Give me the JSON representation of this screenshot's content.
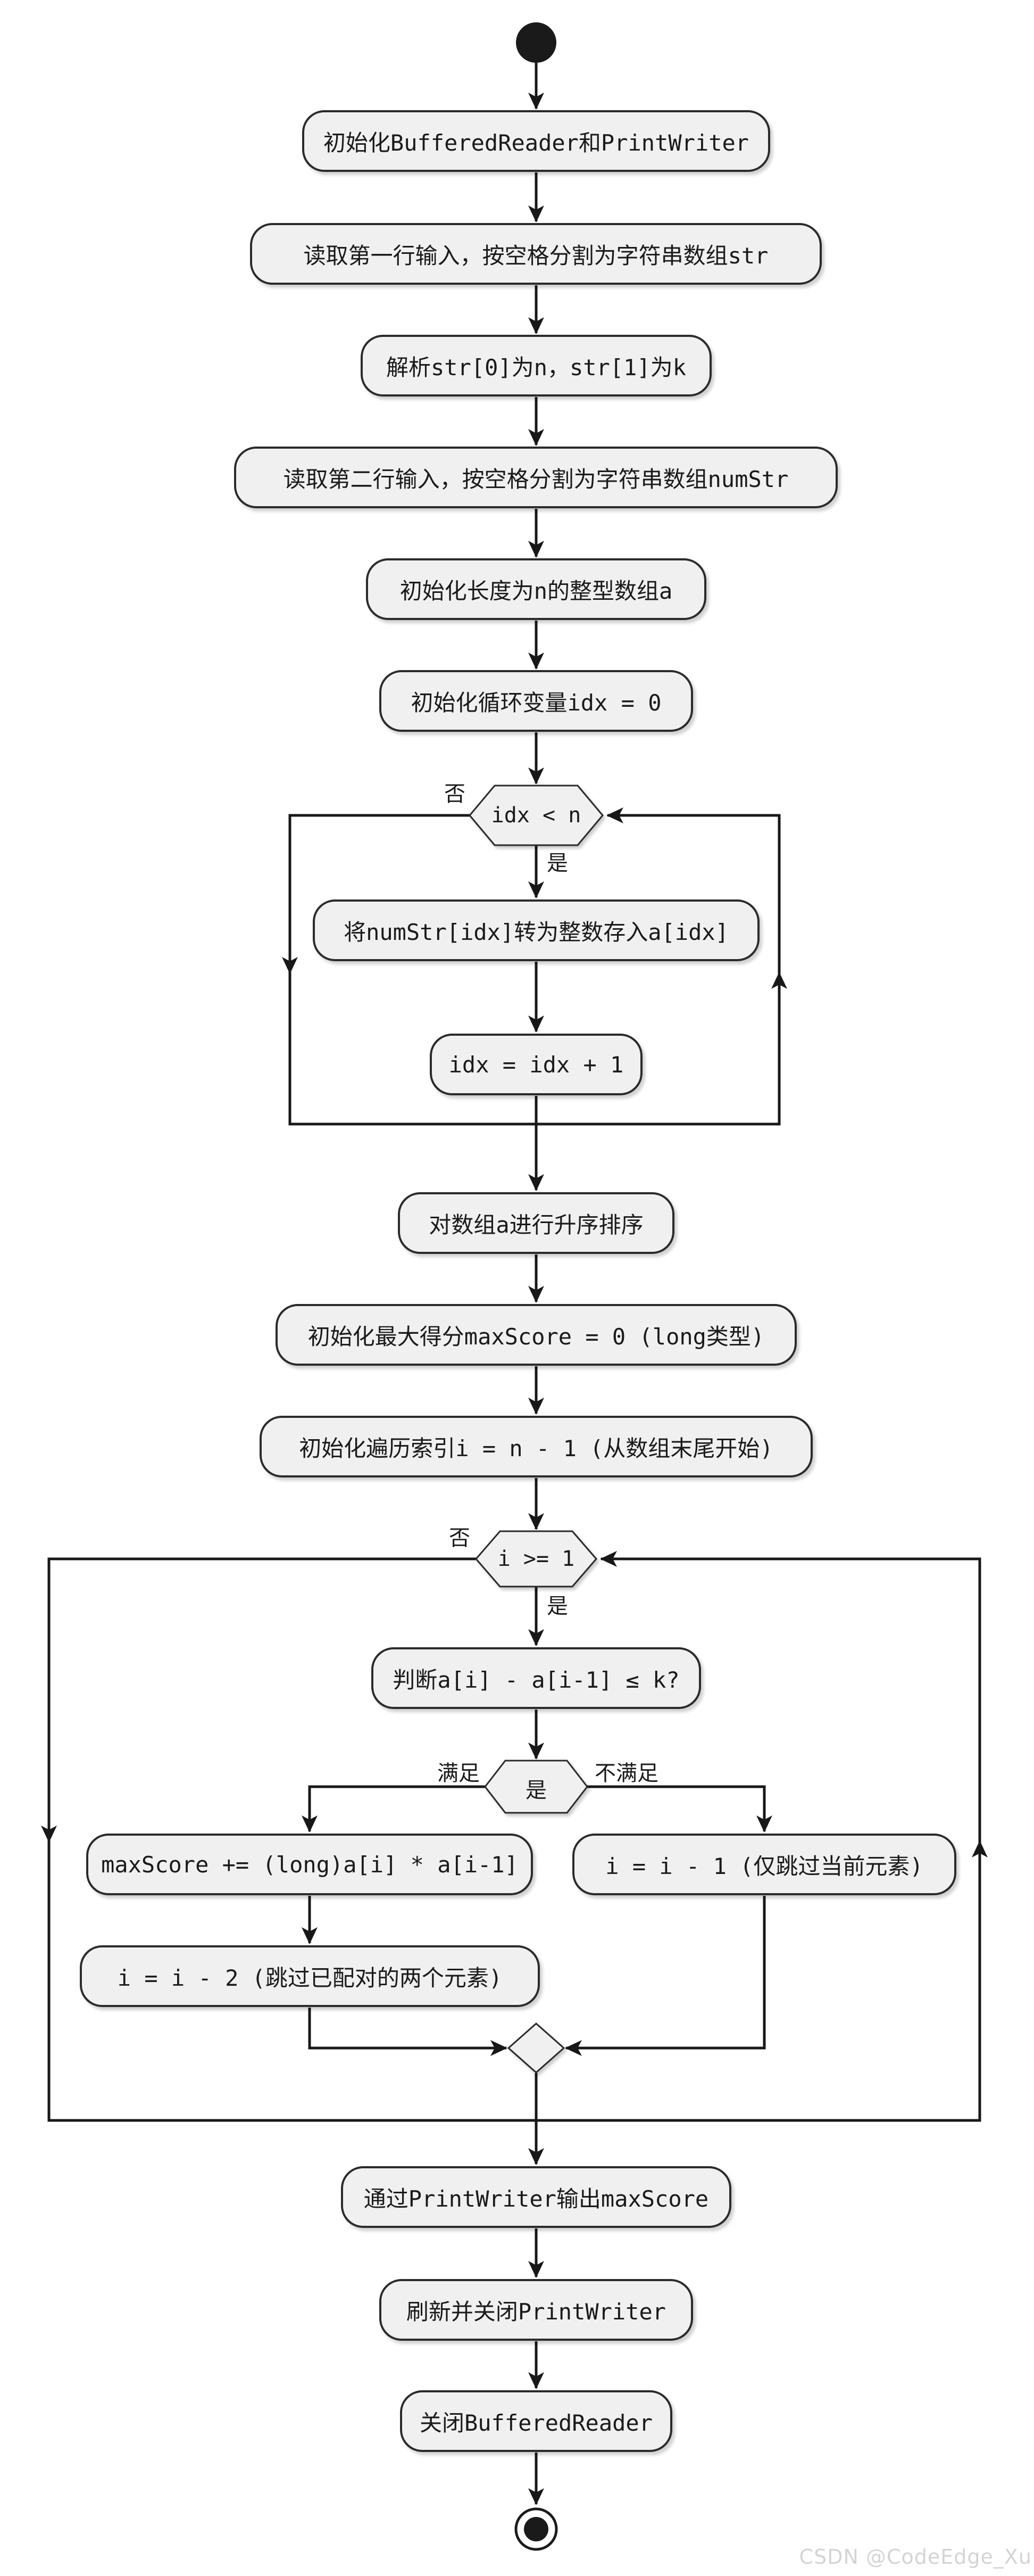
{
  "flowchart": {
    "activities": [
      "初始化BufferedReader和PrintWriter",
      "读取第一行输入，按空格分割为字符串数组str",
      "解析str[0]为n，str[1]为k",
      "读取第二行输入，按空格分割为字符串数组numStr",
      "初始化长度为n的整型数组a",
      "初始化循环变量idx = 0",
      "将numStr[idx]转为整数存入a[idx]",
      "idx = idx + 1",
      "对数组a进行升序排序",
      "初始化最大得分maxScore = 0 (long类型)",
      "初始化遍历索引i = n - 1 (从数组末尾开始)",
      "判断a[i] - a[i-1] ≤ k?",
      "maxScore += (long)a[i] * a[i-1]",
      "i = i - 2 (跳过已配对的两个元素)",
      "i = i - 1 (仅跳过当前元素)",
      "通过PrintWriter输出maxScore",
      "刷新并关闭PrintWriter",
      "关闭BufferedReader"
    ],
    "conditions": {
      "loop1": {
        "text": "idx < n",
        "yes": "是",
        "no": "否"
      },
      "loop2": {
        "text": "i >= 1",
        "yes": "是",
        "no": "否"
      },
      "branch": {
        "text": "是",
        "left": "满足",
        "right": "不满足"
      }
    },
    "watermark": "CSDN @CodeEdge_Xu",
    "colors": {
      "node_fill": "#f0f0f0",
      "node_border": "#2b2b2b",
      "line": "#181818",
      "text": "#1a1a1a",
      "watermark": "#d4d4d4"
    }
  }
}
